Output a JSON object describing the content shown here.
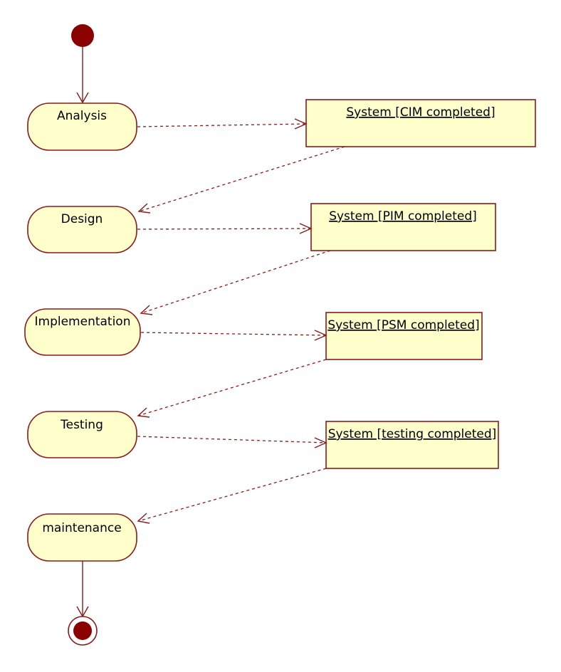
{
  "diagram": {
    "activities": [
      {
        "id": "analysis",
        "label": "Analysis"
      },
      {
        "id": "design",
        "label": "Design"
      },
      {
        "id": "implementation",
        "label": "Implementation"
      },
      {
        "id": "testing",
        "label": "Testing"
      },
      {
        "id": "maintenance",
        "label": "maintenance"
      }
    ],
    "objects": [
      {
        "id": "cim",
        "label": "System [CIM completed]"
      },
      {
        "id": "pim",
        "label": "System [PIM completed]"
      },
      {
        "id": "psm",
        "label": "System [PSM completed]"
      },
      {
        "id": "tested",
        "label": "System [testing completed]"
      }
    ],
    "colors": {
      "fill": "#ffffcc",
      "stroke": "#8b1a1a",
      "node_dot": "#8b0000"
    }
  }
}
